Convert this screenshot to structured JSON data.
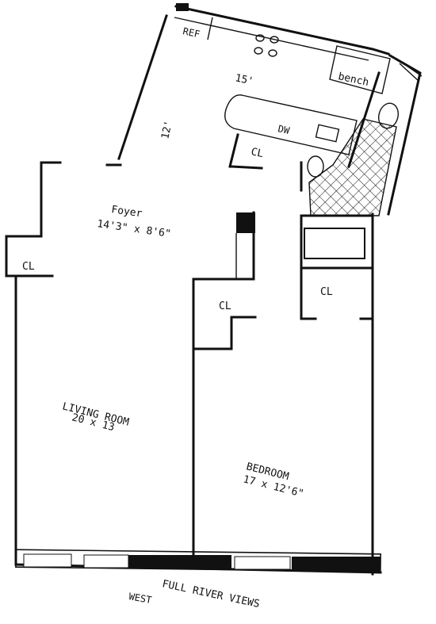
{
  "rooms": {
    "foyer": {
      "name": "Foyer",
      "size": "14'3\" x 8'6\""
    },
    "kitchen": {
      "width": "15'",
      "depth": "12'"
    },
    "living_room": {
      "name": "LIVING ROOM",
      "size": "20 x 13"
    },
    "bedroom": {
      "name": "BEDROOM",
      "size": "17 x 12'6\""
    }
  },
  "fixtures": {
    "ref": "REF",
    "bench": "bench",
    "dw": "DW"
  },
  "closets": {
    "kitchen_closet": "CL",
    "foyer_closet": "CL",
    "hall_closet": "CL",
    "bath_closet": "CL"
  },
  "views": {
    "river": "FULL RIVER VIEWS",
    "direction": "WEST"
  }
}
